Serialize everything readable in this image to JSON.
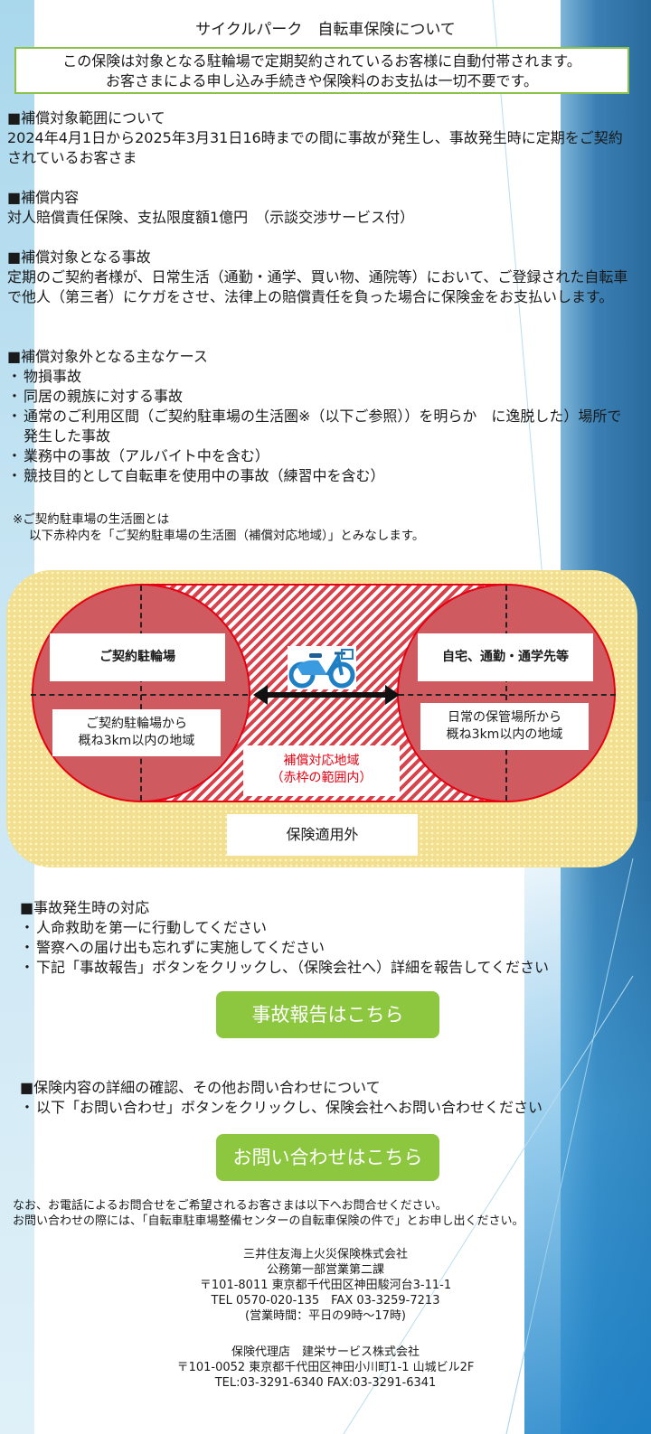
{
  "title": "サイクルパーク　自転車保険について",
  "notice": {
    "line1": "この保険は対象となる駐輪場で定期契約されているお客様に自動付帯されます。",
    "line2": "お客さまによる申し込み手続きや保険料のお支払は一切不要です。"
  },
  "coverage_target": {
    "heading": "■補償対象範囲について",
    "body": "2024年4月1日から2025年3月31日16時までの間に事故が発生し、事故発生時に定期をご契約されているお客さま"
  },
  "coverage_content": {
    "heading": "■補償内容",
    "body": "対人賠償責任保険、支払限度額1億円　（示談交渉サービス付）"
  },
  "covered_accidents": {
    "heading": "■補償対象となる事故",
    "body": "定期のご契約者様が、日常生活（通勤・通学、買い物、通院等）において、ご登録された自転車で他人（第三者）にケガをさせ、法律上の賠償責任を負った場合に保険金をお支払いします。"
  },
  "exclusions": {
    "heading": "■補償対象外となる主なケース",
    "items": [
      "物損事故",
      "同居の親族に対する事故",
      "通常のご利用区間（ご契約駐車場の生活圏※（以下ご参照））を明らか　に逸脱した）場所で発生した事故",
      "業務中の事故（アルバイト中を含む）",
      "競技目的として自転車を使用中の事故（練習中を含む）"
    ]
  },
  "footnote": {
    "line1": "※ご契約駐車場の生活圏とは",
    "line2": "以下赤枠内を「ご契約駐車場の生活圏（補償対応地域）」とみなします。"
  },
  "diagram": {
    "left_title": "ご契約駐輪場",
    "left_desc1": "ご契約駐輪場から",
    "left_desc2": "概ね3km以内の地域",
    "right_title": "自宅、通勤・通学先等",
    "right_desc1": "日常の保管場所から",
    "right_desc2": "概ね3km以内の地域",
    "center_line1": "補償対応地域",
    "center_line2": "（赤枠の範囲内）",
    "outside": "保険適用外"
  },
  "accident_response": {
    "heading": "■事故発生時の対応",
    "items": [
      "人命救助を第一に行動してください",
      "警察への届け出も忘れずに実施してください",
      "下記「事故報告」ボタンをクリックし、（保険会社へ）詳細を報告してください"
    ],
    "button": "事故報告はこちら"
  },
  "inquiry": {
    "heading": "■保険内容の詳細の確認、その他お問い合わせについて",
    "items": [
      "以下「お問い合わせ」ボタンをクリックし、保険会社へお問い合わせください"
    ],
    "button": "お問い合わせはこちら"
  },
  "phone_note": {
    "line1": "なお、お電話によるお問合せをご希望されるお客さまは以下へお問合せください。",
    "line2": "お問い合わせの際には、「自転車駐車場整備センターの自転車保険の件で」とお申し出ください。"
  },
  "insurer": {
    "name": "三井住友海上火災保険株式会社",
    "dept": "公務第一部営業第二課",
    "address": "〒101-8011 東京都千代田区神田駿河台3-11-1",
    "phone": "TEL 0570-020-135　FAX 03-3259-7213",
    "hours": "(営業時間：平日の9時～17時)"
  },
  "agency": {
    "name": "保険代理店　建栄サービス株式会社",
    "address": "〒101-0052 東京都千代田区神田小川町1-1 山城ビル2F",
    "phone": "TEL:03-3291-6340 FAX:03-3291-6341"
  },
  "colors": {
    "button_green": "#8dc63f",
    "notice_border": "#8bc34a",
    "zone_red": "#e60012",
    "zone_fill": "#cf5a5f",
    "outside_yellow": "#f2df8f"
  },
  "icons": {
    "bicycle": "bicycle-icon",
    "double_arrow": "double-arrow-icon"
  }
}
